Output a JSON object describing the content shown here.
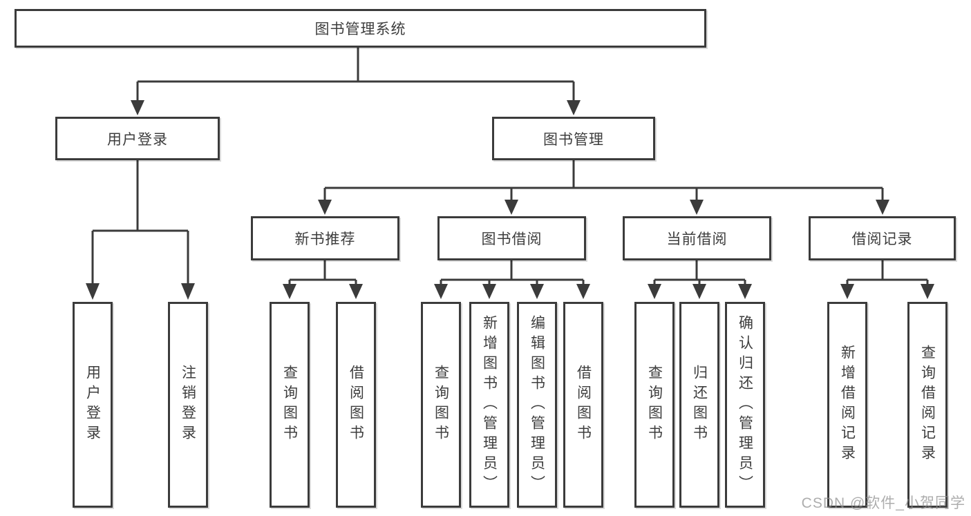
{
  "tree": {
    "root": {
      "label": "图书管理系统"
    },
    "level2": [
      {
        "label": "用户登录"
      },
      {
        "label": "图书管理"
      }
    ],
    "level3": [
      {
        "label": "新书推荐",
        "parent": "图书管理"
      },
      {
        "label": "图书借阅",
        "parent": "图书管理"
      },
      {
        "label": "当前借阅",
        "parent": "图书管理"
      },
      {
        "label": "借阅记录",
        "parent": "图书管理"
      }
    ],
    "leaves": [
      {
        "label": "用户登录",
        "parent": "用户登录"
      },
      {
        "label": "注销登录",
        "parent": "用户登录"
      },
      {
        "label": "查询图书",
        "parent": "新书推荐"
      },
      {
        "label": "借阅图书",
        "parent": "新书推荐"
      },
      {
        "label": "查询图书",
        "parent": "图书借阅"
      },
      {
        "label": "新增图书（管理员）",
        "parent": "图书借阅"
      },
      {
        "label": "编辑图书（管理员）",
        "parent": "图书借阅"
      },
      {
        "label": "借阅图书",
        "parent": "图书借阅"
      },
      {
        "label": "查询图书",
        "parent": "当前借阅"
      },
      {
        "label": "归还图书",
        "parent": "当前借阅"
      },
      {
        "label": "确认归还（管理员）",
        "parent": "当前借阅"
      },
      {
        "label": "新增借阅记录",
        "parent": "借阅记录"
      },
      {
        "label": "查询借阅记录",
        "parent": "借阅记录"
      }
    ]
  },
  "watermark": {
    "text": "CSDN @软件_小贺同学",
    "color": "#8e8e8e"
  },
  "colors": {
    "line": "#3b3b3b",
    "text": "#3d3d3d",
    "node_fill": "#ffffff",
    "background": "#ffffff"
  }
}
